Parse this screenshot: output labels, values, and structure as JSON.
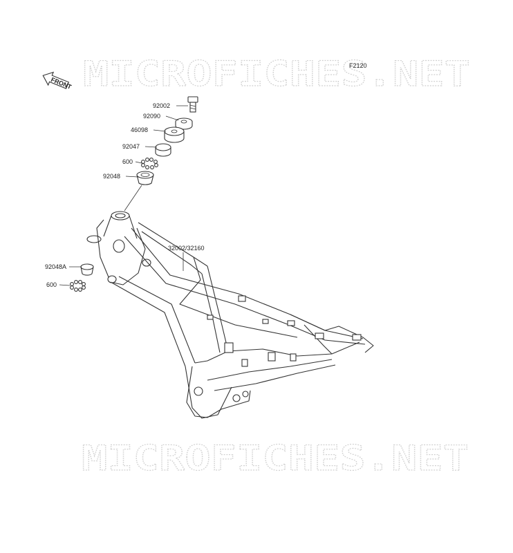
{
  "watermark": "MICROFICHES.NET",
  "figure_code": "F2120",
  "front_arrow": "FRONT",
  "callouts": [
    {
      "id": "92002",
      "label": "92002"
    },
    {
      "id": "92090",
      "label": "92090"
    },
    {
      "id": "46098",
      "label": "46098"
    },
    {
      "id": "92047",
      "label": "92047"
    },
    {
      "id": "600a",
      "label": "600"
    },
    {
      "id": "92048",
      "label": "92048"
    },
    {
      "id": "frame",
      "label": "32002/32160"
    },
    {
      "id": "92048A",
      "label": "92048A"
    },
    {
      "id": "600b",
      "label": "600"
    }
  ]
}
